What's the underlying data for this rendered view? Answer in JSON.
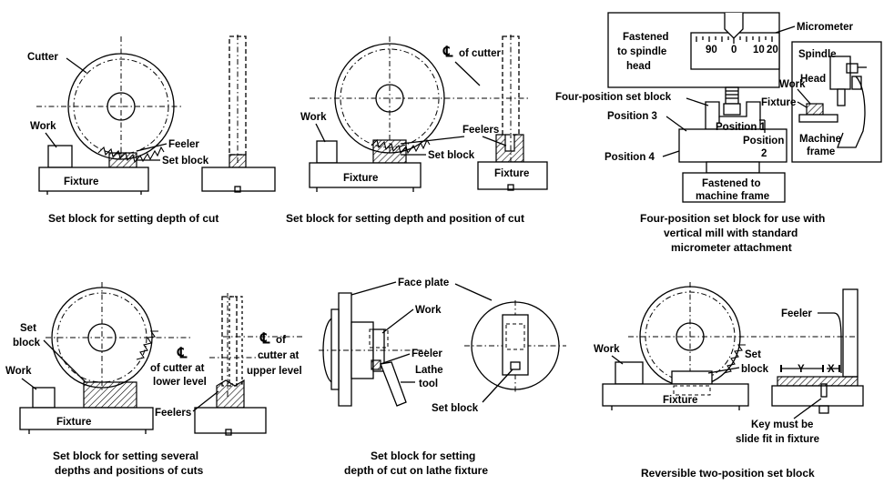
{
  "panels": [
    {
      "id": "p1",
      "labels": {
        "cutter": "Cutter",
        "work": "Work",
        "feeler": "Feeler",
        "set_block": "Set block",
        "fixture": "Fixture"
      },
      "caption": "Set block for setting depth of cut"
    },
    {
      "id": "p2",
      "labels": {
        "cl_symbol": "℄",
        "cl_of_cutter": "of cutter",
        "work": "Work",
        "feelers": "Feelers",
        "set_block": "Set block",
        "fixture": "Fixture",
        "fixture2": "Fixture"
      },
      "caption": "Set block for setting depth and position of cut"
    },
    {
      "id": "p3",
      "labels": {
        "micrometer": "Micrometer",
        "fastened_spindle_1": "Fastened",
        "fastened_spindle_2": "to spindle",
        "fastened_spindle_3": "head",
        "scale_90": "90",
        "scale_0": "0",
        "scale_10": "10",
        "scale_20": "20",
        "four_position_set_block": "Four-position set block",
        "position_3": "Position 3",
        "position_1": "Position 1",
        "position_2a": "Position",
        "position_2b": "2",
        "position_4": "Position 4",
        "fastened_frame_1": "Fastened to",
        "fastened_frame_2": "machine frame",
        "spindle": "Spindle",
        "head": "Head",
        "work": "Work",
        "fixture": "Fixture",
        "machine_1": "Machine",
        "machine_2": "frame"
      },
      "caption_lines": [
        "Four-position set block for use with",
        "vertical mill with standard",
        "micrometer attachment"
      ]
    },
    {
      "id": "p4",
      "labels": {
        "set_1": "Set",
        "set_2": "block",
        "work": "Work",
        "fixture": "Fixture",
        "feelers": "Feelers",
        "cl_symbol": "℄",
        "cl_lower_1": "of cutter at",
        "cl_lower_2": "lower level",
        "cl_upper_1": "of",
        "cl_upper_2": "cutter at",
        "cl_upper_3": "upper level"
      },
      "caption_lines": [
        "Set block for setting several",
        "depths and positions of cuts"
      ]
    },
    {
      "id": "p5",
      "labels": {
        "face_plate": "Face plate",
        "work": "Work",
        "feeler": "Feeler",
        "lathe_1": "Lathe",
        "lathe_2": "tool",
        "set_block": "Set block"
      },
      "caption_lines": [
        "Set block for setting",
        "depth of cut on lathe fixture"
      ]
    },
    {
      "id": "p6",
      "labels": {
        "work": "Work",
        "set_1": "Set",
        "set_2": "block",
        "fixture": "Fixture",
        "feeler": "Feeler",
        "dim_y": "Y",
        "dim_x": "X",
        "key_1": "Key must be",
        "key_2": "slide fit in fixture"
      },
      "caption": "Reversible two-position set block"
    }
  ]
}
